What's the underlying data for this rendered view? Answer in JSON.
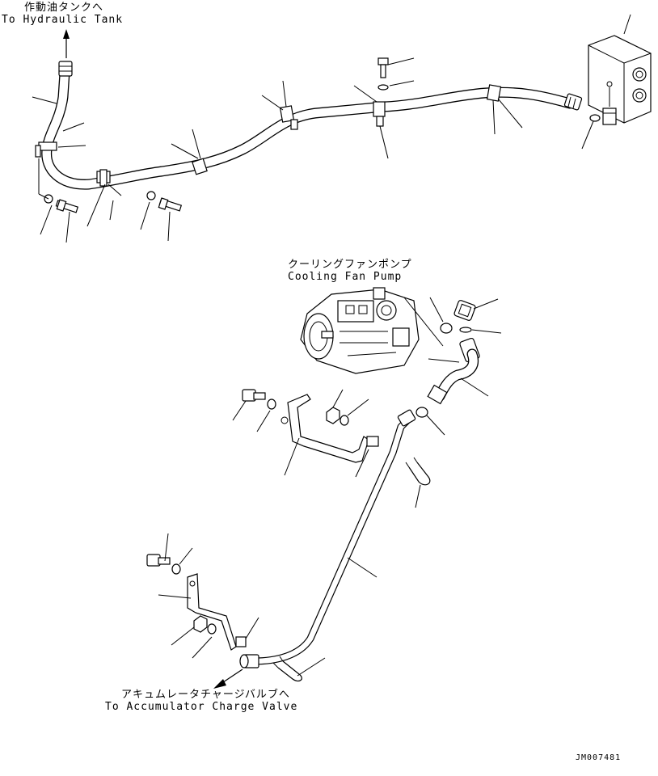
{
  "labels": {
    "tank_jp": "作動油タンクへ",
    "tank_en": "To Hydraulic Tank",
    "pump_jp": "クーリングファンポンプ",
    "pump_en": "Cooling Fan Pump",
    "accum_jp": "アキュムレータチャージバルブへ",
    "accum_en": "To Accumulator Charge Valve"
  },
  "drawing_code": "JM007481"
}
